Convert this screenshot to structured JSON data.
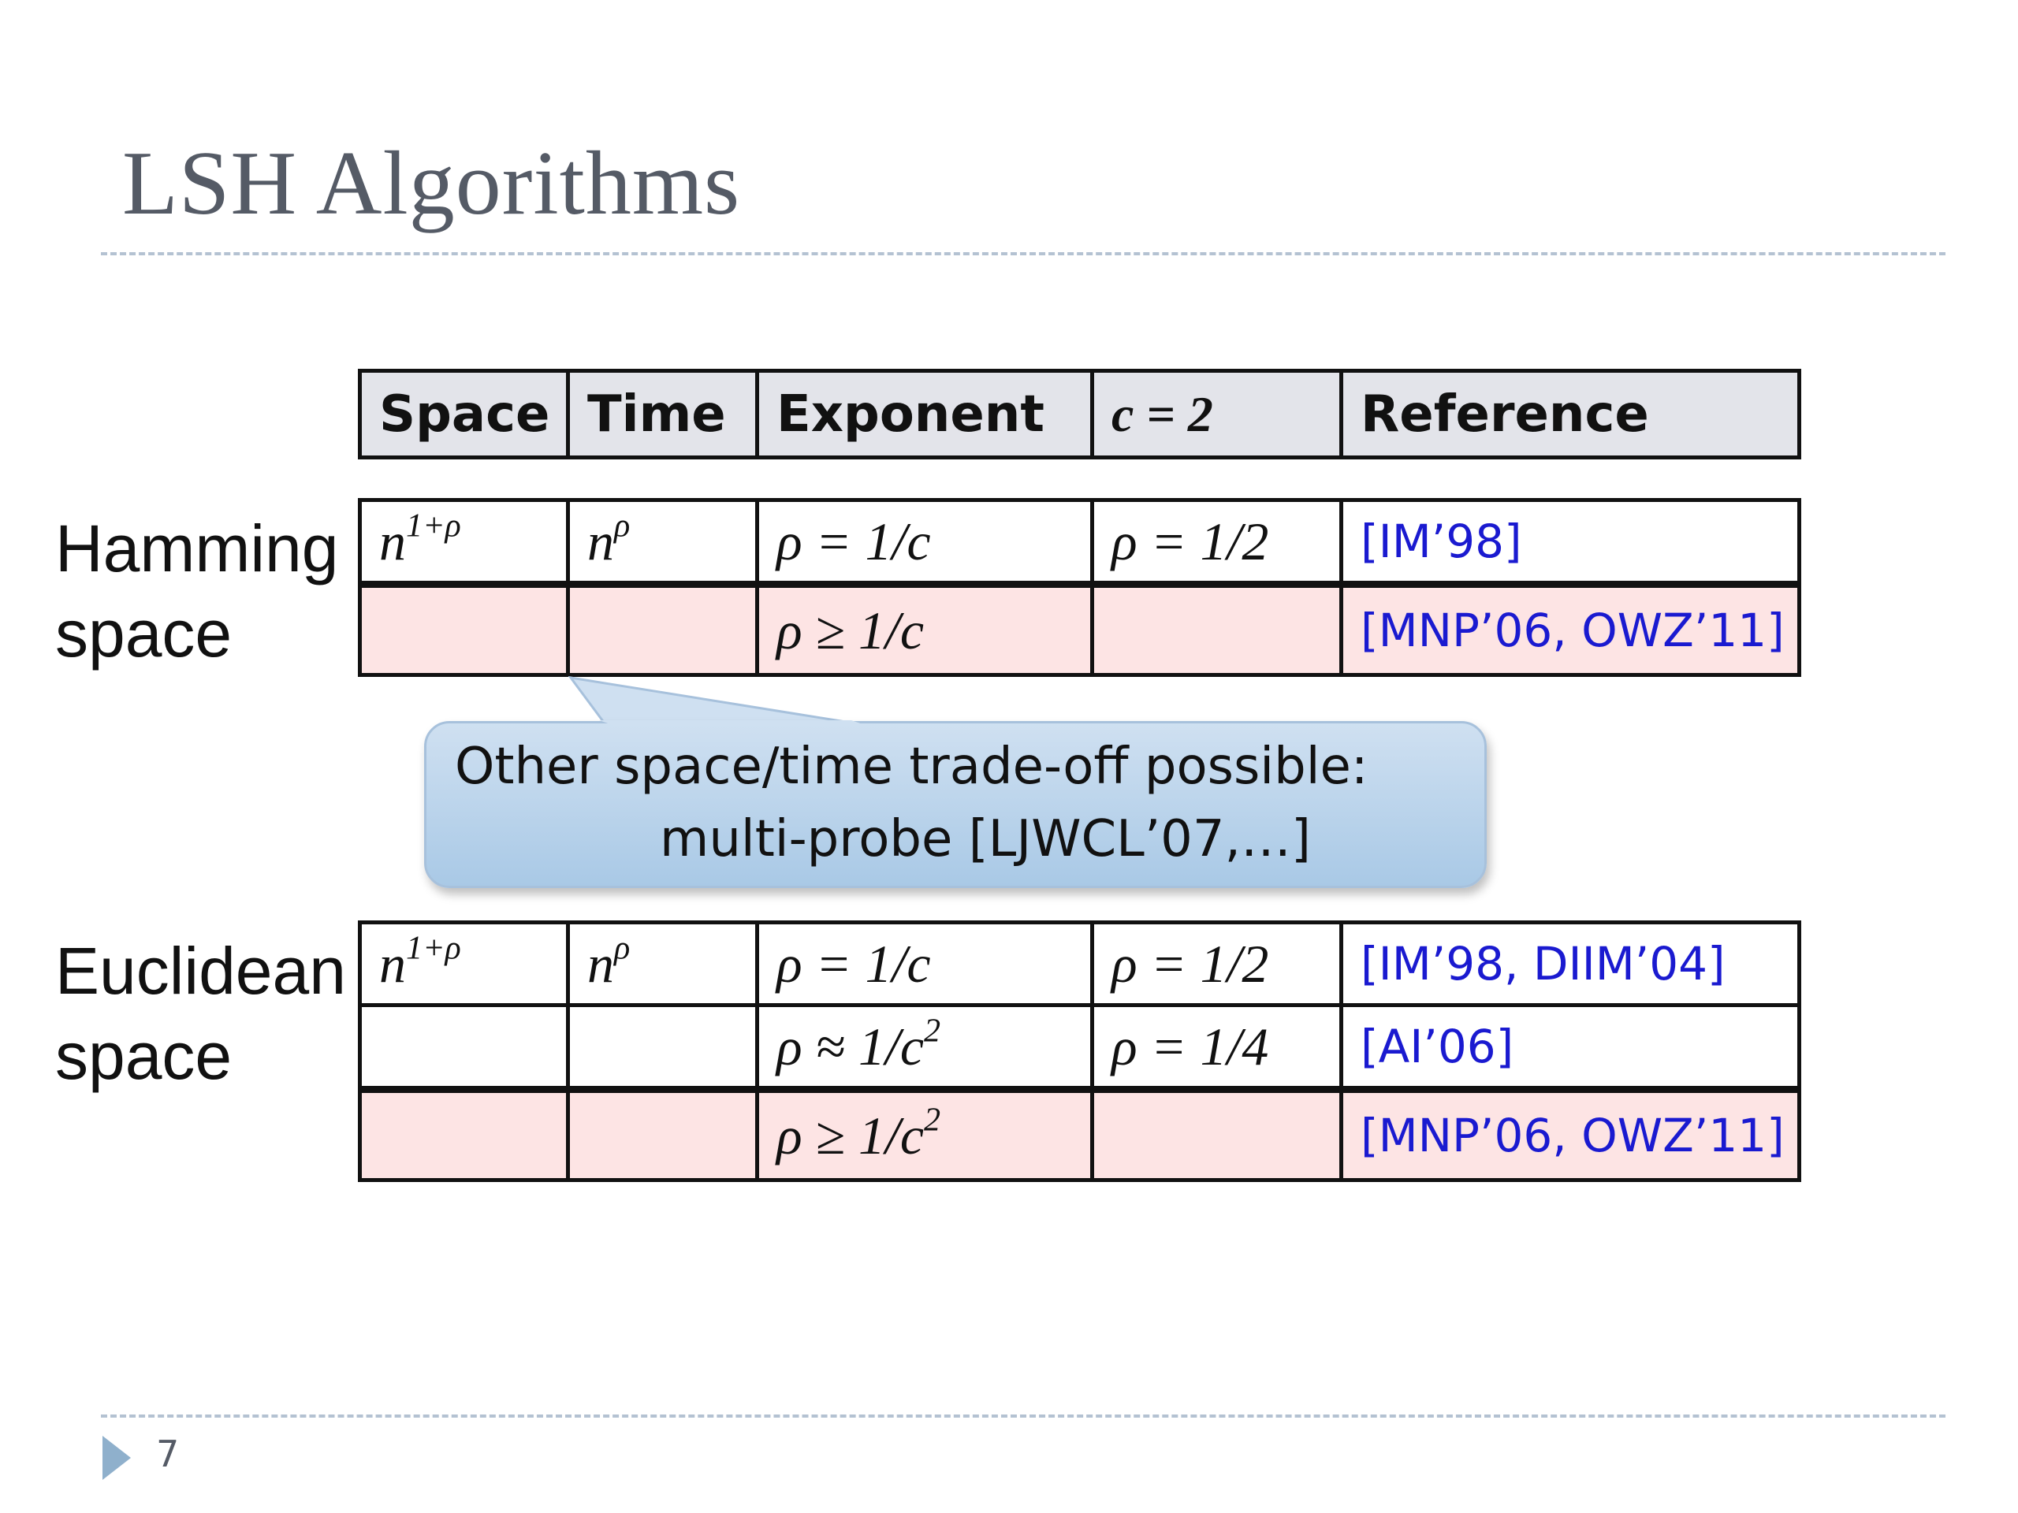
{
  "slide": {
    "title": "LSH Algorithms",
    "page_number": "7"
  },
  "header": [
    "Space",
    "Time",
    "Exponent",
    "c = 2",
    "Reference"
  ],
  "hamming": {
    "label_line1": "Hamming",
    "label_line2": "space",
    "rows": [
      {
        "space": "n",
        "space_sup": "1+ρ",
        "time": "n",
        "time_sup": "ρ",
        "exponent": "ρ = 1/c",
        "exponent_sup": "",
        "c2": "ρ = 1/2",
        "reference": "[IM’98]"
      },
      {
        "space": "",
        "space_sup": "",
        "time": "",
        "time_sup": "",
        "exponent": "ρ ≥ 1/c",
        "exponent_sup": "",
        "c2": "",
        "reference": "[MNP’06, OWZ’11]"
      }
    ]
  },
  "callout": {
    "line1": "Other space/time trade-off possible:",
    "line2": "multi-probe [LJWCL’07,…]"
  },
  "euclidean": {
    "label_line1": "Euclidean",
    "label_line2": "space",
    "rows": [
      {
        "space": "n",
        "space_sup": "1+ρ",
        "time": "n",
        "time_sup": "ρ",
        "exponent": "ρ = 1/c",
        "exponent_sup": "",
        "c2": "ρ = 1/2",
        "reference": "[IM’98, DIIM’04]"
      },
      {
        "space": "",
        "space_sup": "",
        "time": "",
        "time_sup": "",
        "exponent": "ρ ≈ 1/c",
        "exponent_sup": "2",
        "c2": "ρ = 1/4",
        "reference": "[AI’06]"
      },
      {
        "space": "",
        "space_sup": "",
        "time": "",
        "time_sup": "",
        "exponent": "ρ ≥ 1/c",
        "exponent_sup": "2",
        "c2": "",
        "reference": "[MNP’06, OWZ’11]"
      }
    ]
  },
  "colors": {
    "title": "#555b66",
    "header_bg": "#e3e4ea",
    "lower_bound_row_bg": "#fde4e4",
    "reference_text": "#1a1ad0",
    "callout_fill": "#bcd5ec",
    "divider": "#b4c2d2"
  }
}
